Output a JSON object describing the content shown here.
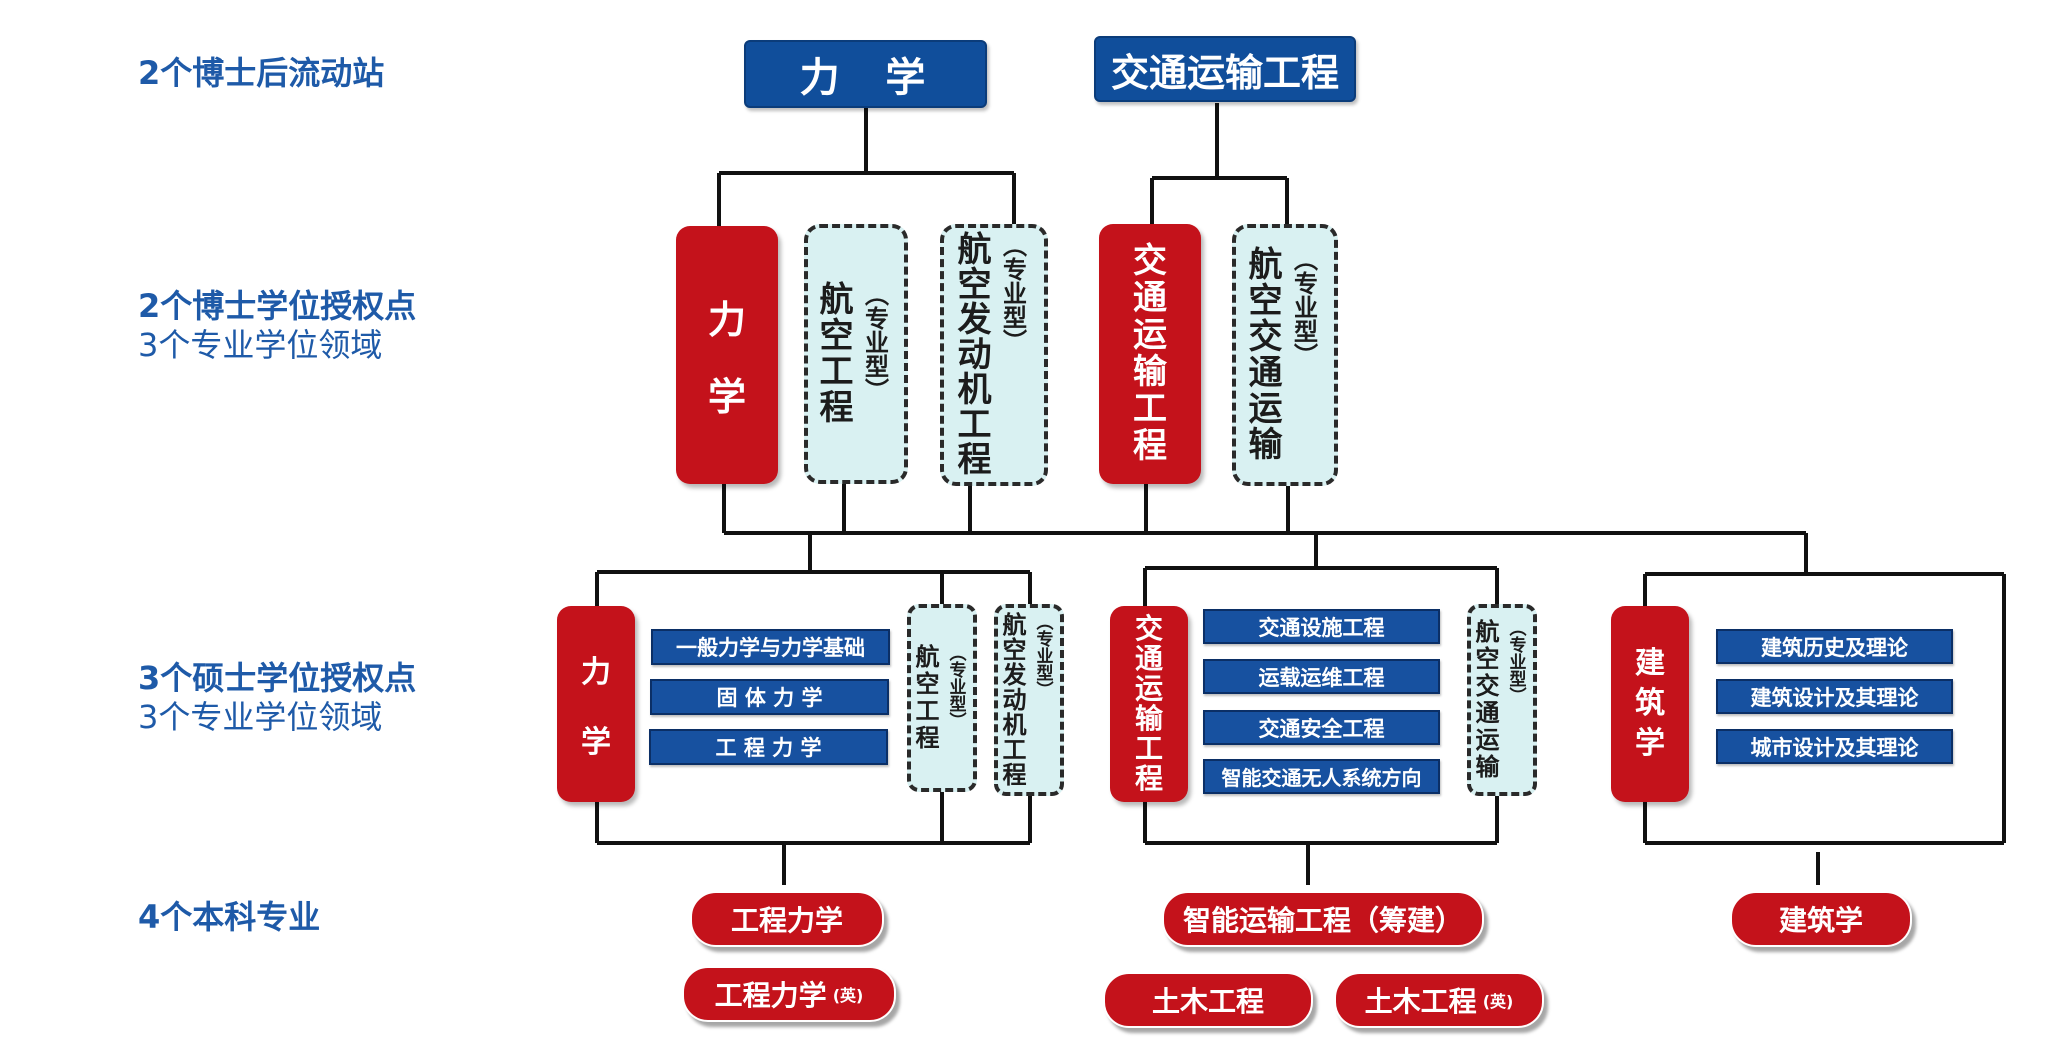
{
  "colors": {
    "navy": "#104e9b",
    "red": "#c4121b",
    "light_cyan": "#d9f1f2",
    "level_text": "#1e5aa8"
  },
  "levels": {
    "postdoc": "2个博士后流动站",
    "doctoral": "2个博士学位授权点",
    "doctoral_note": "3个专业学位领域",
    "master": "3个硕士学位授权点",
    "master_note": "3个专业学位领域",
    "undergrad": "4个本科专业"
  },
  "postdoc": {
    "mechanics": "力  学",
    "transport": "交通运输工程"
  },
  "doctoral": {
    "mechanics": "力学",
    "aero_eng": "航空工程",
    "aero_engine": "航空发动机工程",
    "transport": "交通运输工程",
    "air_transport": "航空交通运输",
    "professional_tag": "（专业型）"
  },
  "master": {
    "mechanics": "力学",
    "mechanics_subs": [
      "一般力学与力学基础",
      "固 体 力 学",
      "工 程 力 学"
    ],
    "aero_eng": "航空工程",
    "aero_engine": "航空发动机工程",
    "professional_tag": "（专业型）",
    "transport": "交通运输工程",
    "transport_subs": [
      "交通设施工程",
      "运载运维工程",
      "交通安全工程",
      "智能交通无人系统方向"
    ],
    "air_transport": "航空交通运输",
    "architecture": "建筑学",
    "architecture_subs": [
      "建筑历史及理论",
      "建筑设计及其理论",
      "城市设计及其理论"
    ]
  },
  "undergrad": {
    "eng_mech": "工程力学",
    "eng_mech_en": "工程力学",
    "en_tag": "(英)",
    "smart_transport": "智能运输工程（筹建）",
    "civil": "土木工程",
    "civil_en": "土木工程",
    "architecture": "建筑学"
  }
}
